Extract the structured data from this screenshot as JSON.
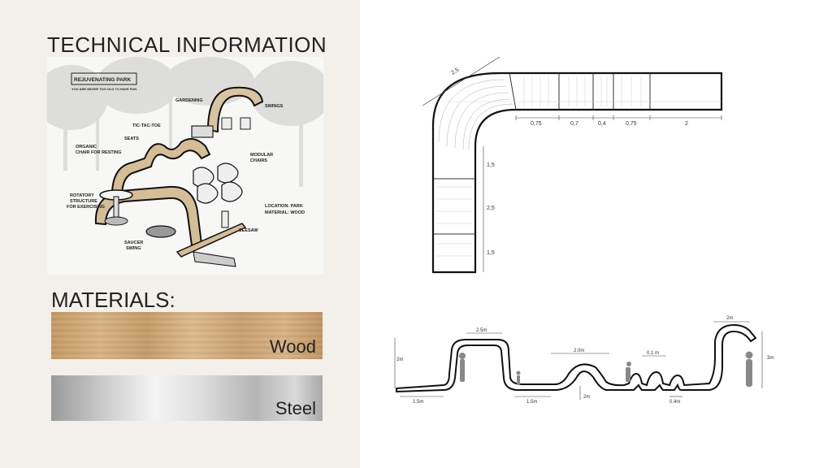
{
  "page": {
    "title": "TECHNICAL INFORMATION",
    "materials_title": "MATERIALS:"
  },
  "materials": [
    {
      "label": "Wood"
    },
    {
      "label": "Steel"
    }
  ],
  "sketch": {
    "heading": "REJUVENATING PARK",
    "subheading": "YOU ARE NEVER TOO OLD TO HAVE FUN",
    "labels": {
      "gardening": "GARDENING",
      "swings": "SWINGS",
      "tic_tac_toe": "TIC-TAC-TOE",
      "seats": "SEATS",
      "organic_chair": "ORGANIC",
      "organic_chair_2": "CHAIR FOR RESTING",
      "modular_chairs": "MODULAR",
      "modular_chairs_2": "CHAIRS",
      "rotatory": "ROTATORY",
      "rotatory_2": "STRUCTURE",
      "rotatory_3": "FOR EXERCISING",
      "location": "LOCATION: PARK",
      "material": "MATERIAL: WOOD",
      "saucer_swing": "SAUCER",
      "saucer_swing_2": "SWING",
      "seesaw": "SEESAW"
    }
  },
  "plan": {
    "diag_dim": "2,5",
    "top_dims": [
      "0,75",
      "0,7",
      "0,4",
      "0,75",
      "2"
    ],
    "side_dims": [
      "1,5",
      "2,5",
      "1,5"
    ]
  },
  "section": {
    "dims": {
      "h_left": "2m",
      "top_left": "2.5m",
      "bottom_left": "1.5m",
      "bottom_mid": "1.5m",
      "mid_top": "2.0m",
      "mid_arrow": "2m",
      "small_top": "0.1 m",
      "small_bottom": "0.4m",
      "right_top": "2m",
      "h_right": "3m"
    }
  }
}
